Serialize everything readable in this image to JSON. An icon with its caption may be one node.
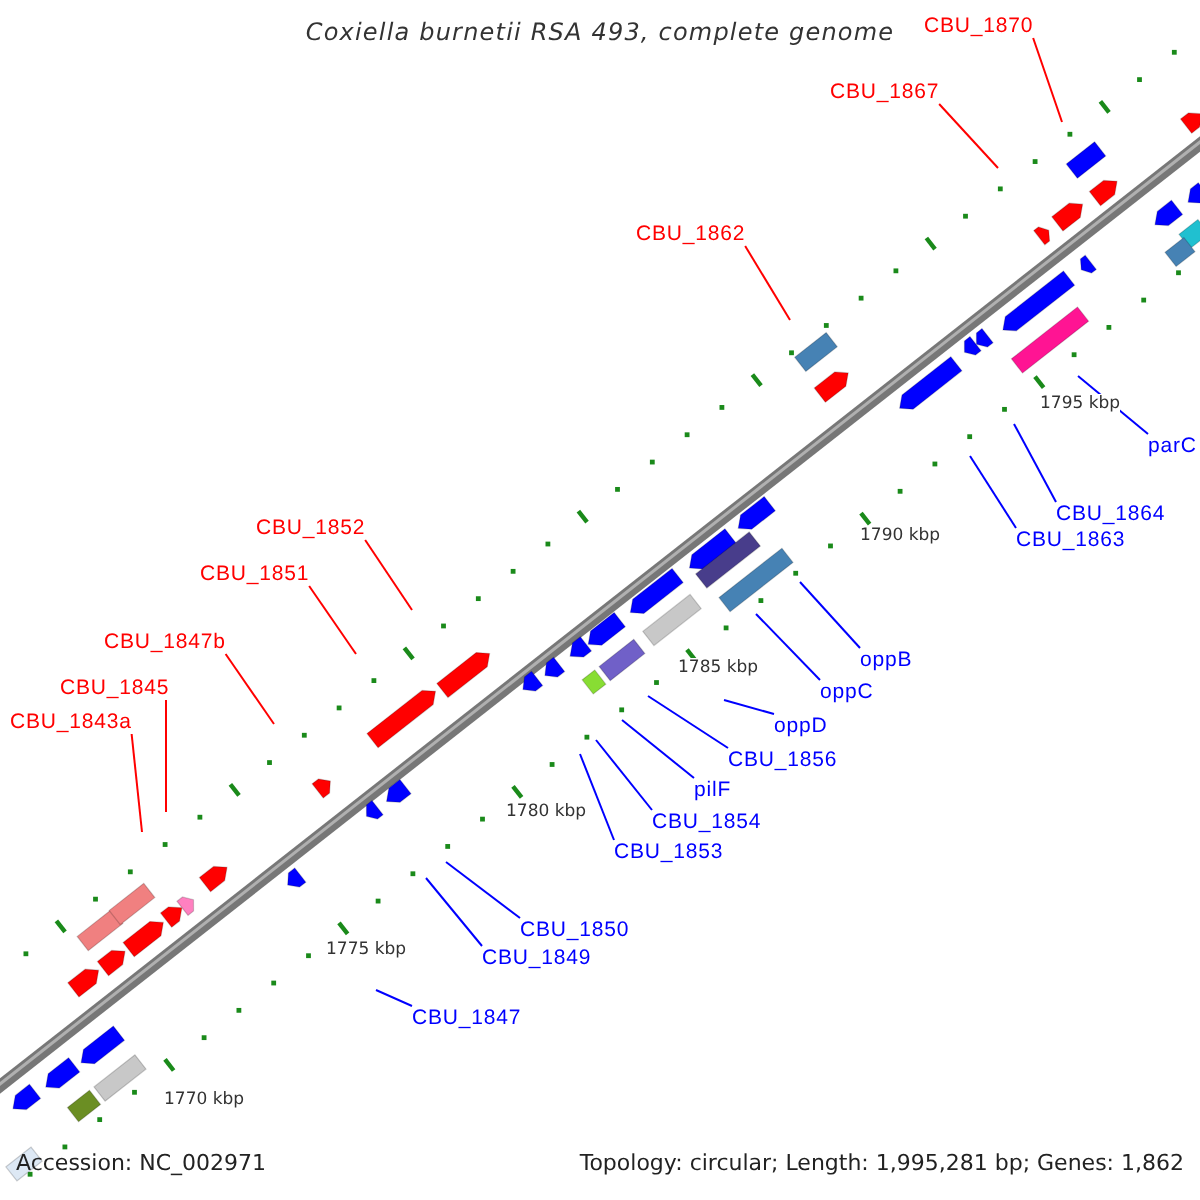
{
  "diagram": {
    "title": "Coxiella burnetii RSA 493, complete genome",
    "nodes": [
      {
        "text": [
          "CBU_1843a"
        ]
      },
      {
        "text": [
          "CBU_1845"
        ]
      },
      {
        "text": [
          "CBU_1847b"
        ]
      },
      {
        "text": [
          "CBU_1851"
        ]
      },
      {
        "text": [
          "CBU_1852"
        ]
      },
      {
        "text": [
          "CBU_1862"
        ]
      },
      {
        "text": [
          "CBU_1867"
        ]
      },
      {
        "text": [
          "CBU_1870"
        ]
      },
      {
        "text": [
          "CBU_1847"
        ]
      },
      {
        "text": [
          "CBU_1849"
        ]
      },
      {
        "text": [
          "CBU_1850"
        ]
      },
      {
        "text": [
          "CBU_1853"
        ]
      },
      {
        "text": [
          "CBU_1854"
        ]
      },
      {
        "text": [
          "pilF"
        ]
      },
      {
        "text": [
          "CBU_1856"
        ]
      },
      {
        "text": [
          "oppD"
        ]
      },
      {
        "text": [
          "oppC"
        ]
      },
      {
        "text": [
          "oppB"
        ]
      },
      {
        "text": [
          "CBU_1863"
        ]
      },
      {
        "text": [
          "CBU_1864"
        ]
      },
      {
        "text": [
          "parC"
        ]
      }
    ],
    "edges": [
      {
        "from": 0,
        "to": null,
        "arrow": "none",
        "color": "#ff0000"
      },
      {
        "from": 1,
        "to": null,
        "arrow": "none",
        "color": "#ff0000"
      },
      {
        "from": 2,
        "to": null,
        "arrow": "none",
        "color": "#ff0000"
      },
      {
        "from": 3,
        "to": null,
        "arrow": "none",
        "color": "#ff0000"
      },
      {
        "from": 4,
        "to": null,
        "arrow": "none",
        "color": "#ff0000"
      },
      {
        "from": 5,
        "to": null,
        "arrow": "none",
        "color": "#ff0000"
      },
      {
        "from": 6,
        "to": null,
        "arrow": "none",
        "color": "#ff0000"
      },
      {
        "from": 7,
        "to": null,
        "arrow": "none",
        "color": "#ff0000"
      },
      {
        "from": 8,
        "to": null,
        "arrow": "none"
      },
      {
        "from": 9,
        "to": null,
        "arrow": "none"
      },
      {
        "from": 10,
        "to": null,
        "arrow": "none"
      },
      {
        "from": 11,
        "to": null,
        "arrow": "none"
      },
      {
        "from": 12,
        "to": null,
        "arrow": "none"
      },
      {
        "from": 13,
        "to": null,
        "arrow": "none"
      },
      {
        "from": 14,
        "to": null,
        "arrow": "none"
      },
      {
        "from": 15,
        "to": null,
        "arrow": "none"
      },
      {
        "from": 16,
        "to": null,
        "arrow": "none"
      },
      {
        "from": 17,
        "to": null,
        "arrow": "none"
      },
      {
        "from": 18,
        "to": null,
        "arrow": "none"
      },
      {
        "from": 19,
        "to": null,
        "arrow": "none"
      },
      {
        "from": 20,
        "to": null,
        "arrow": "none"
      }
    ],
    "labels": [
      "1795 kbp",
      "1790 kbp",
      "1785 kbp",
      "1780 kbp",
      "1775 kbp",
      "1770 kbp",
      "Accession: NC_002971",
      "Topology: circular; Length: 1,995,281 bp; Genes: 1,862"
    ]
  }
}
